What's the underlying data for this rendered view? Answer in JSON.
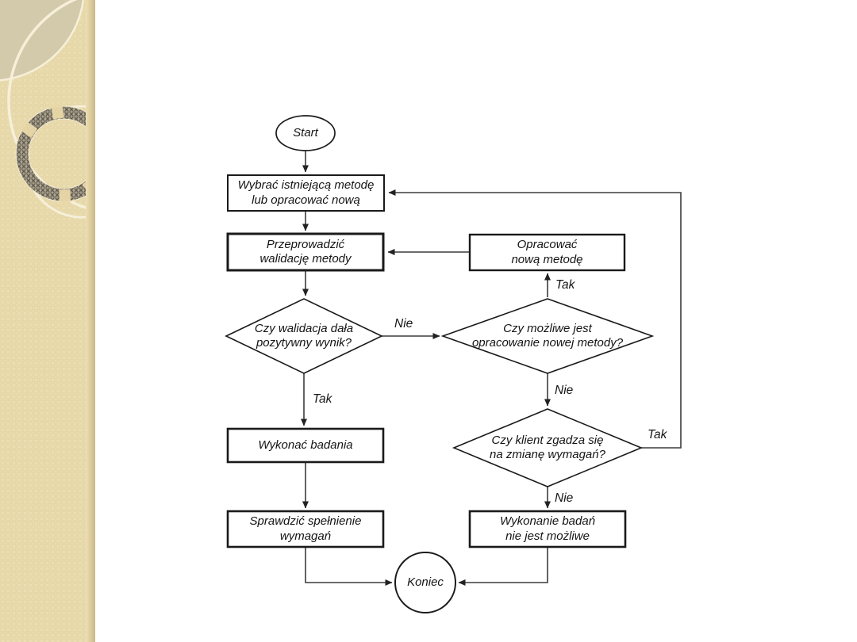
{
  "slide": {
    "background_color": "#ffffff",
    "strip_base_color": "#ecdfb3",
    "strip_accent_color": "#d3c9ab",
    "line_color": "#3c3c3c",
    "shape_border_color": "#1a1a1a"
  },
  "flowchart": {
    "nodes": {
      "start": {
        "label": "Start"
      },
      "choose_method": {
        "label": "Wybrać istniejącą metodę\nlub opracować nową"
      },
      "validate": {
        "label": "Przeprowadzić\nwalidację metody"
      },
      "validation_question": {
        "label": "Czy walidacja dała\npozytywny wynik?"
      },
      "develop_new": {
        "label": "Opracować\nnową metodę"
      },
      "possible_question": {
        "label": "Czy możliwe jest\nopracowanie nowej metody?"
      },
      "client_question": {
        "label": "Czy klient zgadza się\nna zmianę wymagań?"
      },
      "perform_tests": {
        "label": "Wykonać badania"
      },
      "check_requirements": {
        "label": "Sprawdzić spełnienie\nwymagań"
      },
      "tests_impossible": {
        "label": "Wykonanie badań\nnie jest możliwe"
      },
      "end": {
        "label": "Koniec"
      }
    },
    "edge_labels": {
      "validation_no": "Nie",
      "validation_yes": "Tak",
      "possible_yes": "Tak",
      "possible_no": "Nie",
      "client_yes": "Tak",
      "client_no": "Nie"
    }
  }
}
